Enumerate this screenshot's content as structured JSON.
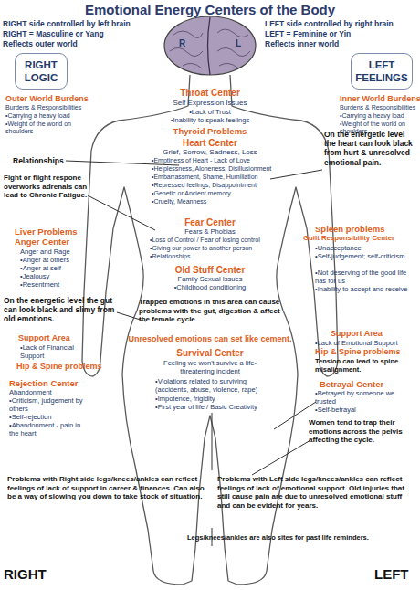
{
  "diagram": {
    "title": "Emotional Energy Centers of the Body",
    "nodes": [
      {
        "text": [
          "RIGHT LOGIC"
        ]
      },
      {
        "text": [
          "LEFT FEELINGS"
        ]
      }
    ],
    "labels": [
      "RIGHT side controlled by left brain",
      "RIGHT = Masculine or Yang",
      "Reflects outer world",
      "LEFT side controlled by right brain",
      "LEFT = Feminine or Yin",
      "Reflects inner world",
      "R",
      "L",
      "Outer World Burdens",
      "Burdens & Responsibilities",
      "•Carrying a heavy load",
      "•Weight of the world on shoulders",
      "Throat Center",
      "Self Expression Issues",
      "•Lack of Trust",
      "•Inability to speak feelings",
      "Thyroid Problems",
      "Inner World Burdens",
      "Burdens & Responsibilities",
      "•Carrying a heavy load",
      "•Weight of the world on shoulders",
      "Relationships",
      "On the energetic level the heart can look black from hurt & unresolved emotional pain.",
      "Heart Center",
      "Grief, Sorrow, Sadness, Loss",
      "•Emptiness of Heart - Lack of Love",
      "•Helplessness, Aloneness, Disillusionment",
      "•Embarrassment, Shame, Humiliation",
      "•Repressed feelings, Disappointment",
      "•Genetic or Ancient memory",
      "•Cruelty, Meanness",
      "Fight or flight respone overworks adrenals can lead to Chronic Fatigue.",
      "Fear Center",
      "Fears & Phobias",
      "•Loss of Control / Fear of losing control",
      "•Giving our power to another person",
      "•Relationships",
      "Liver Problems",
      "Anger Center",
      "Anger and Rage",
      "•Anger at others",
      "•Anger at self",
      "•Jealousy",
      "•Resentment",
      "Spleen problems",
      "Guilt Responsibility Center",
      "•Unacceptance",
      "•Self-judgement; self-criticism",
      "•Not deserving of the good life has for us",
      "•Inability to accept and receive",
      "Old Stuff Center",
      "Family Sexual Issues",
      "•Childhood conditioning",
      "On the energetic level the gut can look black and slimy from old emotions.",
      "Trapped emotions in this area can cause problems with the gut, digestion & affect the female cycle.",
      "Support Area",
      "•Lack of Financial Support",
      "Hip & Spine problems",
      "Support Area",
      "•Lack of Emotional Support",
      "Hip & Spine problems",
      "Tension can lead to spine misalignment.",
      "Unresolved emotions can set like cement.",
      "Survival Center",
      "Feeling we won't survive a life-threatening incident",
      "•Violations related to surviving (accidents, abuse, violence, rape)",
      "•Impotence, frigidity",
      "•First year of life / Basic Creativity",
      "Rejection Center",
      "Abandonment",
      "•Criticism, judgement by others",
      "•Self-rejection",
      "•Abandonment - pain in the heart",
      "Betrayal Center",
      "•Betrayed by someone we trusted",
      "•Self-betrayal",
      "Women tend to trap their emotions across the pelvis affecting the cycle.",
      "Problems with Right side legs/knees/ankles can reflect feelings of lack of support in career & finances. Can also be a way of slowing you down to take stock of situation.",
      "Problems with Left side legs/knees/ankles can reflect feelings of lack of emotional support. Old injuries that still cause pain are due to unresolved emotional stuff and can be evident for years.",
      "Legs/knees/ankles are also sites for past life reminders.",
      "RIGHT",
      "LEFT"
    ]
  }
}
